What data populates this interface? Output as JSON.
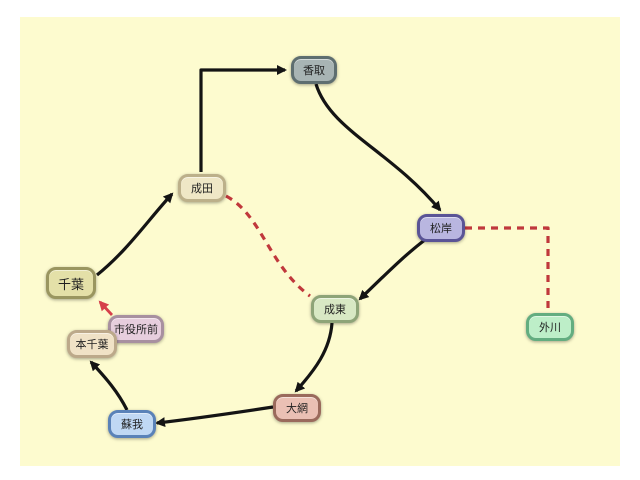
{
  "colors": {
    "background": "#fdfbcf",
    "arrow": "#141414",
    "dashed": "#c0383c",
    "small_arrow": "#d6404a"
  },
  "nodes": {
    "katori": {
      "label": "香取",
      "fill": "#a8b4b4",
      "border": "#5e6e70"
    },
    "narita": {
      "label": "成田",
      "fill": "#efe7c6",
      "border": "#bcb08a"
    },
    "matsugishi": {
      "label": "松岸",
      "fill": "#b9b6e0",
      "border": "#5a5496"
    },
    "togawa": {
      "label": "外川",
      "fill": "#bdeec8",
      "border": "#63ad80"
    },
    "chiba": {
      "label": "千葉",
      "fill": "#e4e0a8",
      "border": "#9a9660"
    },
    "shiyakushomae": {
      "label": "市役所前",
      "fill": "#e7cedd",
      "border": "#a890a0"
    },
    "honchiba": {
      "label": "本千葉",
      "fill": "#f0e2c6",
      "border": "#bca98a"
    },
    "naruto": {
      "label": "成東",
      "fill": "#d8e8c4",
      "border": "#8ea478"
    },
    "oami": {
      "label": "大網",
      "fill": "#eac0b4",
      "border": "#9a6a5c"
    },
    "soga": {
      "label": "蘇我",
      "fill": "#c0d8f4",
      "border": "#5a82b8"
    }
  }
}
